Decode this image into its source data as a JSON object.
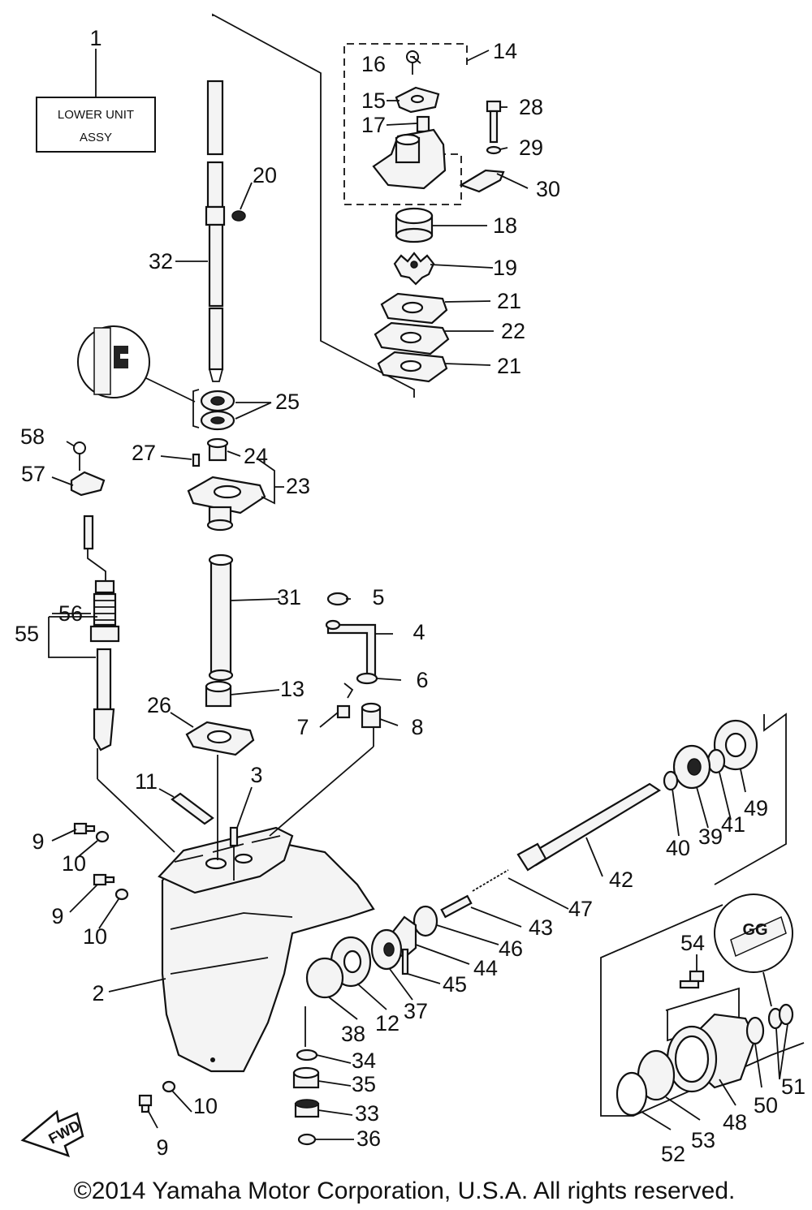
{
  "title_box": {
    "line1": "LOWER UNIT",
    "line2": "ASSY"
  },
  "callouts": [
    {
      "id": "c1",
      "text": "1"
    },
    {
      "id": "c14",
      "text": "14"
    },
    {
      "id": "c16",
      "text": "16"
    },
    {
      "id": "c15",
      "text": "15"
    },
    {
      "id": "c17",
      "text": "17"
    },
    {
      "id": "c28",
      "text": "28"
    },
    {
      "id": "c29",
      "text": "29"
    },
    {
      "id": "c30",
      "text": "30"
    },
    {
      "id": "c18",
      "text": "18"
    },
    {
      "id": "c19",
      "text": "19"
    },
    {
      "id": "c21a",
      "text": "21"
    },
    {
      "id": "c22",
      "text": "22"
    },
    {
      "id": "c21b",
      "text": "21"
    },
    {
      "id": "c20",
      "text": "20"
    },
    {
      "id": "c32",
      "text": "32"
    },
    {
      "id": "c25",
      "text": "25"
    },
    {
      "id": "c58",
      "text": "58"
    },
    {
      "id": "c27",
      "text": "27"
    },
    {
      "id": "c24",
      "text": "24"
    },
    {
      "id": "c23",
      "text": "23"
    },
    {
      "id": "c57",
      "text": "57"
    },
    {
      "id": "c31",
      "text": "31"
    },
    {
      "id": "c5",
      "text": "5"
    },
    {
      "id": "c4",
      "text": "4"
    },
    {
      "id": "c56",
      "text": "56"
    },
    {
      "id": "c55",
      "text": "55"
    },
    {
      "id": "c6",
      "text": "6"
    },
    {
      "id": "c13",
      "text": "13"
    },
    {
      "id": "c26",
      "text": "26"
    },
    {
      "id": "c7",
      "text": "7"
    },
    {
      "id": "c8",
      "text": "8"
    },
    {
      "id": "c11",
      "text": "11"
    },
    {
      "id": "c3",
      "text": "3"
    },
    {
      "id": "c9a",
      "text": "9"
    },
    {
      "id": "c10a",
      "text": "10"
    },
    {
      "id": "c9b",
      "text": "9"
    },
    {
      "id": "c10b",
      "text": "10"
    },
    {
      "id": "c49",
      "text": "49"
    },
    {
      "id": "c41",
      "text": "41"
    },
    {
      "id": "c39",
      "text": "39"
    },
    {
      "id": "c40",
      "text": "40"
    },
    {
      "id": "c42",
      "text": "42"
    },
    {
      "id": "c47",
      "text": "47"
    },
    {
      "id": "c43",
      "text": "43"
    },
    {
      "id": "c46",
      "text": "46"
    },
    {
      "id": "c44",
      "text": "44"
    },
    {
      "id": "c45",
      "text": "45"
    },
    {
      "id": "c2",
      "text": "2"
    },
    {
      "id": "c37",
      "text": "37"
    },
    {
      "id": "c12",
      "text": "12"
    },
    {
      "id": "c38",
      "text": "38"
    },
    {
      "id": "c54",
      "text": "54"
    },
    {
      "id": "c34",
      "text": "34"
    },
    {
      "id": "c35",
      "text": "35"
    },
    {
      "id": "c33",
      "text": "33"
    },
    {
      "id": "c36",
      "text": "36"
    },
    {
      "id": "c10c",
      "text": "10"
    },
    {
      "id": "c9c",
      "text": "9"
    },
    {
      "id": "c51",
      "text": "51"
    },
    {
      "id": "c50",
      "text": "50"
    },
    {
      "id": "c48",
      "text": "48"
    },
    {
      "id": "c53",
      "text": "53"
    },
    {
      "id": "c52",
      "text": "52"
    }
  ],
  "fwd_label": "FWD",
  "grease_symbol": "GG",
  "copyright": "©2014 Yamaha Motor Corporation, U.S.A. All rights reserved."
}
